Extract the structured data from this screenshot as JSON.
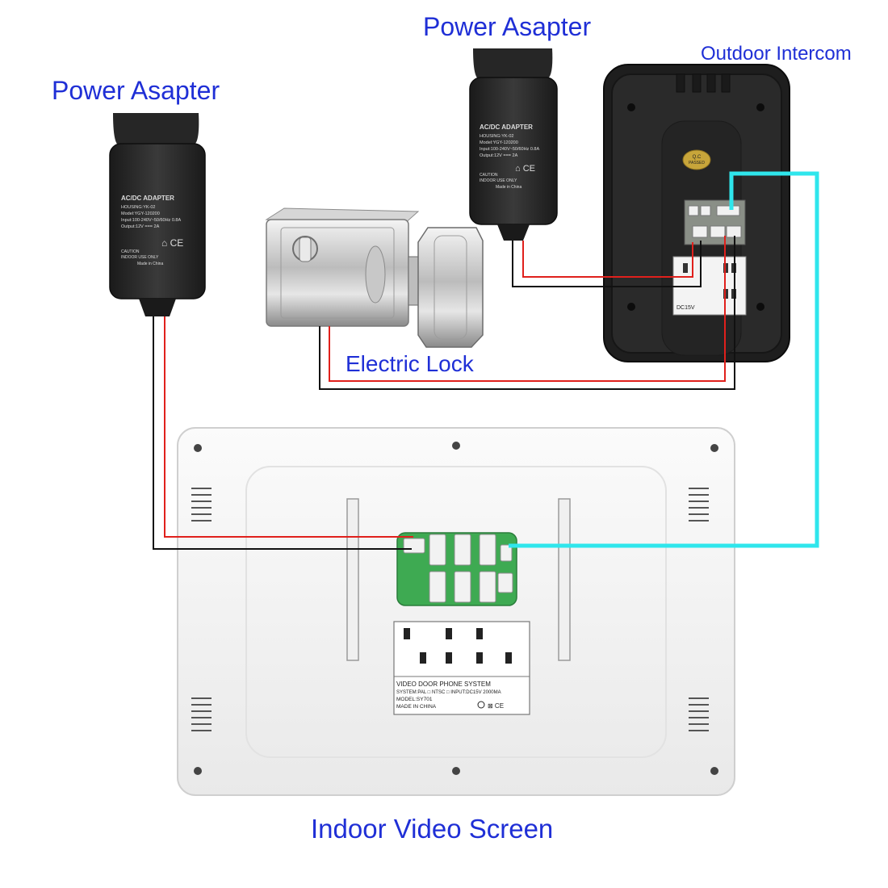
{
  "labels": {
    "power_adapter_left": "Power Asapter",
    "power_adapter_top": "Power Asapter",
    "outdoor_intercom": "Outdoor Intercom",
    "electric_lock": "Electric Lock",
    "indoor_screen": "Indoor Video Screen"
  },
  "adapter_print": {
    "heading": "AC/DC ADAPTER",
    "housing": "HOUSING:YK-02",
    "model": "Model:YGY-120200",
    "input": "Input:100-240V~50/60Hz 0.8A",
    "output": "Output:12V === 2A",
    "caution": "CAUTION",
    "indoor": "INDOOR USE ONLY",
    "made": "Made in China"
  },
  "outdoor_print": {
    "qc": "Q.C",
    "passed": "PASSED",
    "dc": "DC15V"
  },
  "indoor_print": {
    "title": "VIDEO DOOR PHONE SYSTEM",
    "system": "SYSTEM:PAL □  NTSC □    INPUT:DC15V  2000MA",
    "model": "MODEL:SY701",
    "made": "MADE IN CHINA"
  },
  "colors": {
    "label_blue": "#1f2fd6",
    "wire_red": "#e0201c",
    "wire_black": "#111111",
    "wire_cyan": "#2fe6ec"
  }
}
